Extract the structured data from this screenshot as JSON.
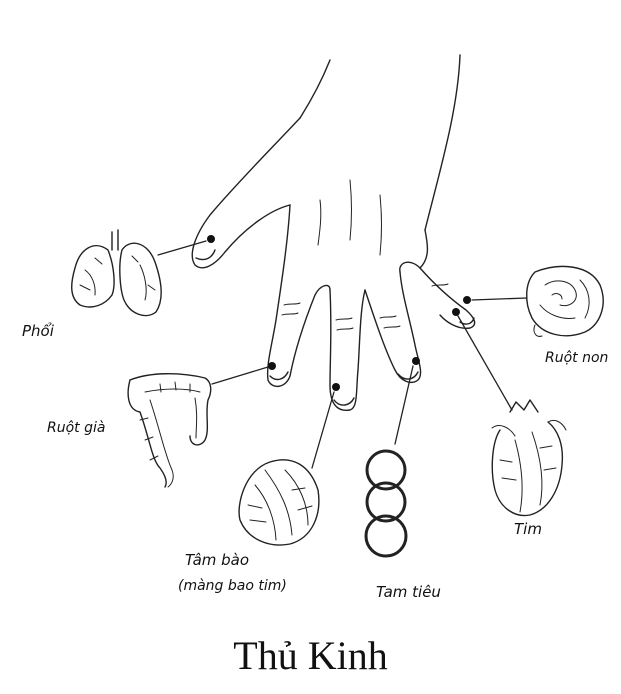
{
  "title": "Thủ Kinh",
  "labels": {
    "phoi": "Phổi",
    "ruot_gia": "Ruột già",
    "tam_bao": "Tâm bào",
    "tam_bao_sub": "(màng bao tim)",
    "tam_tieu": "Tam tiêu",
    "tim": "Tim",
    "ruot_non": "Ruột non"
  },
  "colors": {
    "ink": "#111111",
    "background": "#ffffff"
  }
}
